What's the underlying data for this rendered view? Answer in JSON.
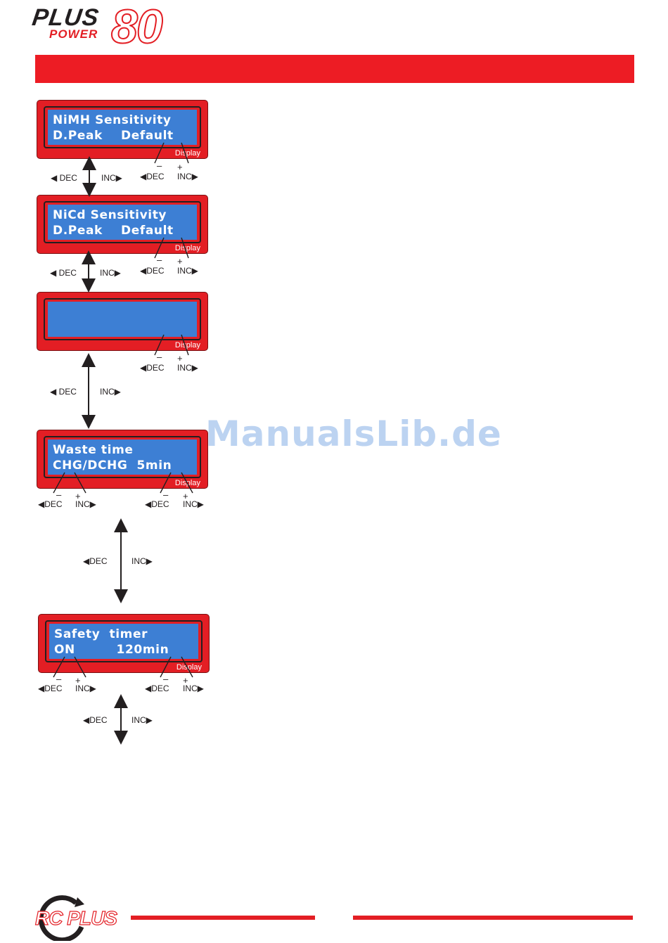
{
  "header": {
    "logo_plus": "PLUS",
    "logo_power": "POWER",
    "logo_number": "80"
  },
  "watermark": "ManualsLib.de",
  "footer": {
    "logo_text": "RC PLUS"
  },
  "panels": [
    {
      "line1": "NiMH Sensitivity",
      "line2": "D.Peak    Default",
      "display_label": "Display"
    },
    {
      "line1": "NiCd Sensitivity",
      "line2": "D.Peak    Default",
      "display_label": "Display"
    },
    {
      "line1": "",
      "line2": "",
      "display_label": "Display"
    },
    {
      "line1": "Waste time",
      "line2": "CHG/DCHG  5min",
      "display_label": "Display"
    },
    {
      "line1": "Safety  timer",
      "line2": "ON         120min",
      "display_label": "Display"
    }
  ],
  "controls": {
    "dec": "DEC",
    "inc": "INC",
    "minus": "–",
    "plus": "+"
  },
  "colors": {
    "brand_red": "#e31e24",
    "lcd_blue": "#3d7fd4",
    "watermark": "#bcd3f1"
  }
}
